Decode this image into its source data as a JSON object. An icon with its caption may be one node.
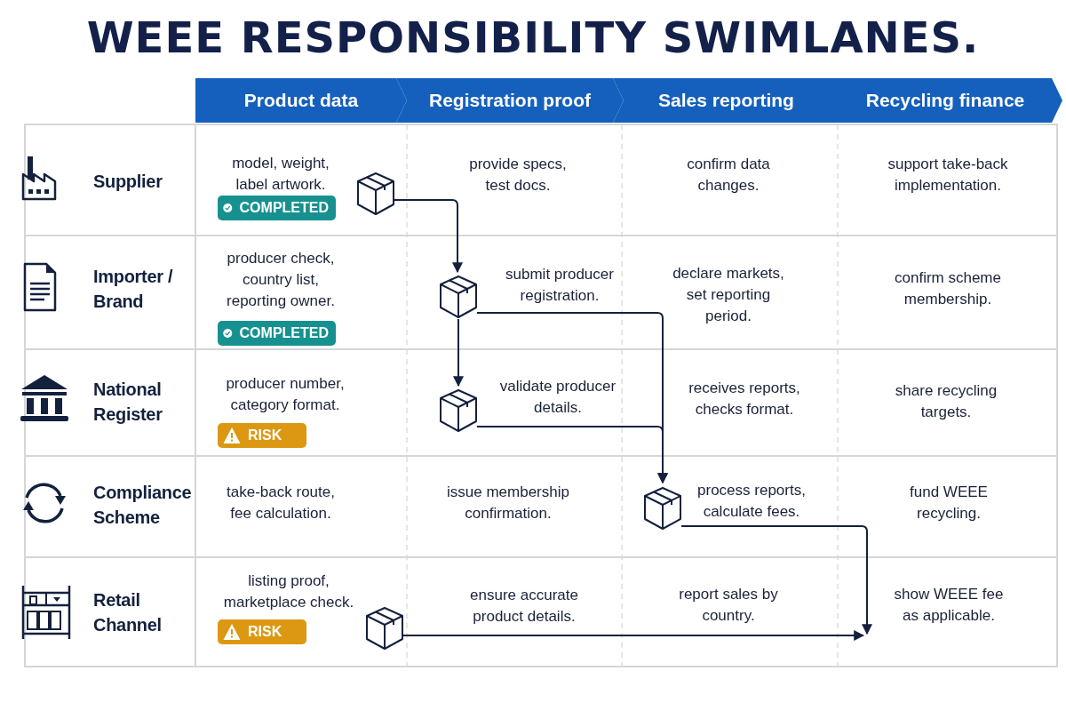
{
  "diagram": {
    "title": "WEEE RESPONSIBILITY SWIMLANES.",
    "nodes": [
      {
        "text": [],
        "shape": "box"
      },
      {
        "text": [],
        "shape": "box"
      },
      {
        "text": [],
        "shape": "box"
      },
      {
        "text": [],
        "shape": "box"
      },
      {
        "text": [],
        "shape": "box"
      }
    ],
    "edges": [
      {
        "from": 0,
        "to": 1,
        "arrow": "to"
      },
      {
        "from": 1,
        "to": 2,
        "arrow": "to"
      },
      {
        "from": 1,
        "to": 3,
        "arrow": "to"
      },
      {
        "from": 2,
        "to": 3,
        "arrow": "to"
      },
      {
        "from": 4,
        "to": null,
        "arrow": "to"
      },
      {
        "from": 3,
        "to": null,
        "arrow": "to"
      }
    ],
    "labels": [
      "Product data",
      "Registration proof",
      "Sales reporting",
      "Recycling finance",
      "Supplier",
      "model, weight, label artwork.",
      "COMPLETED",
      "provide specs, test docs.",
      "confirm data changes.",
      "support take-back implementation.",
      "Importer / Brand",
      "producer check, country list, reporting owner.",
      "COMPLETED",
      "submit producer registration.",
      "declare markets, set reporting period.",
      "confirm scheme membership.",
      "National Register",
      "producer number, category format.",
      "RISK",
      "validate producer details.",
      "receives reports, checks format.",
      "share recycling targets.",
      "Compliance Scheme",
      "take-back route, fee calculation.",
      "issue membership confirmation.",
      "process reports, calculate fees.",
      "fund WEEE recycling.",
      "Retail Channel",
      "listing proof, marketplace check.",
      "RISK",
      "ensure accurate product details.",
      "report sales by country.",
      "show WEEE fee as applicable."
    ]
  }
}
